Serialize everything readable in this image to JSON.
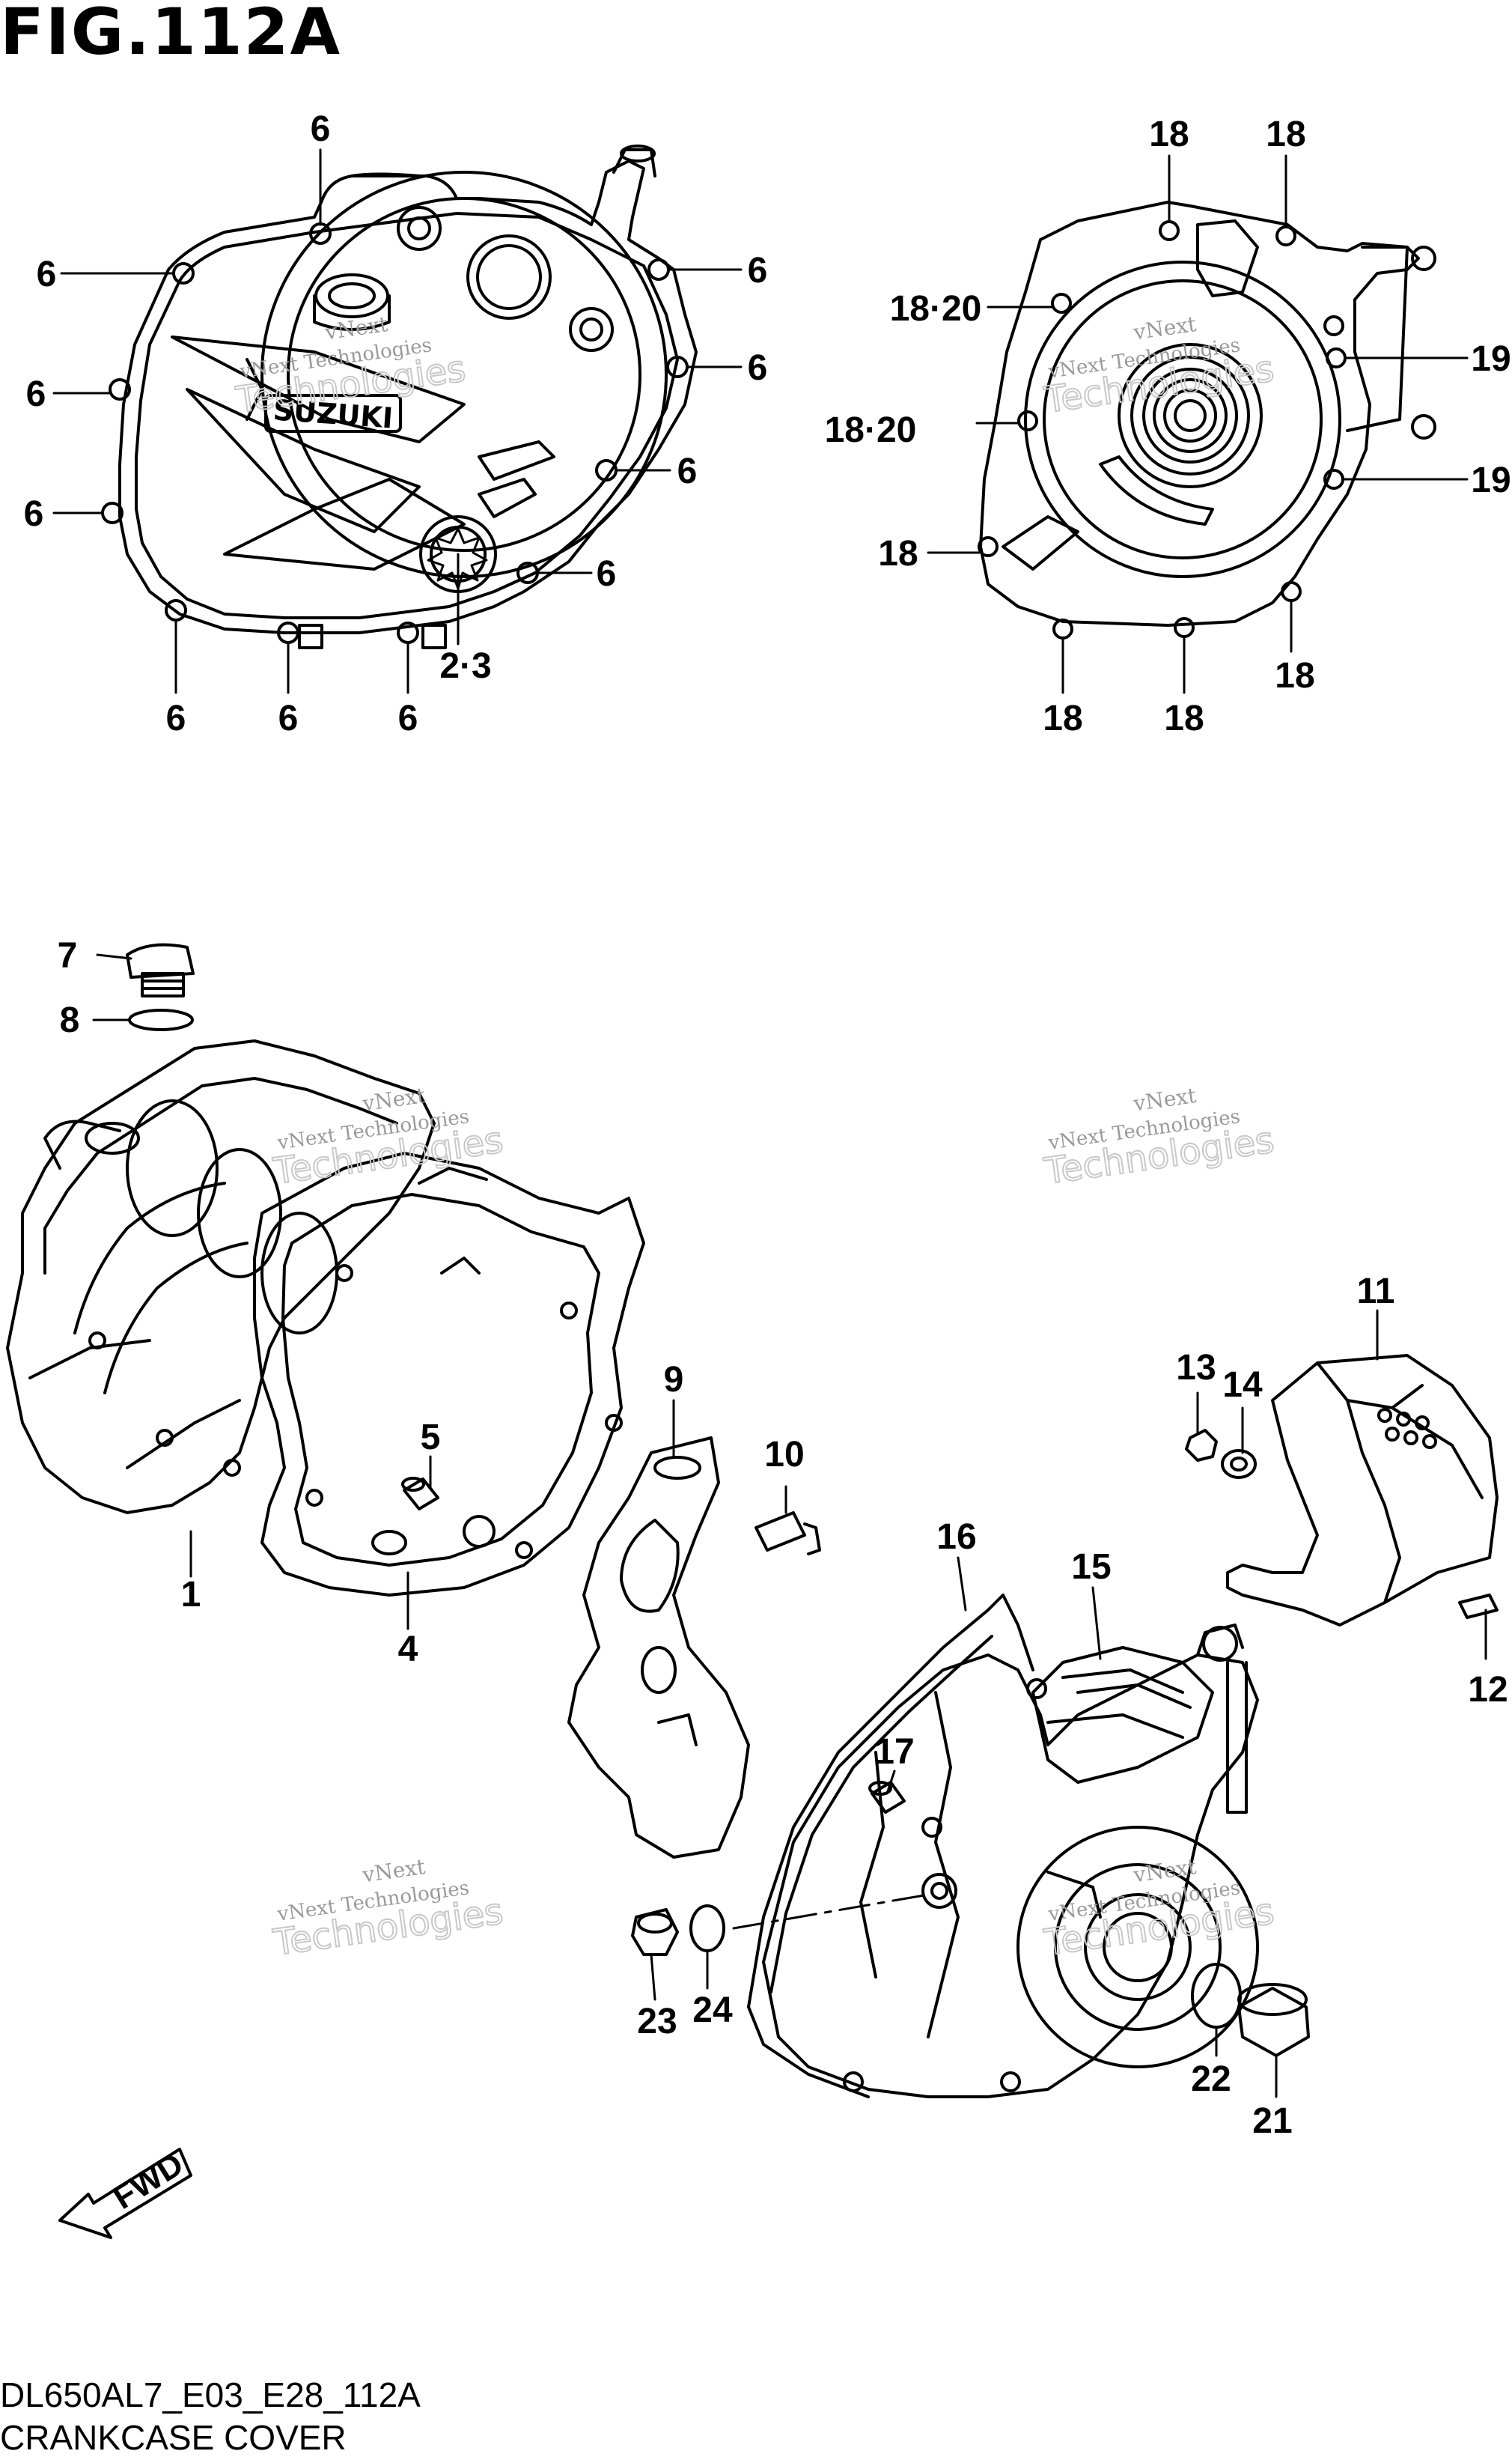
{
  "figure": {
    "title": "FIG.112A",
    "code": "DL650AL7_E03_E28_112A",
    "name": "CRANKCASE COVER"
  },
  "watermark": {
    "line1": "vNext",
    "line2": "vNext Technologies",
    "line3": "Technologies"
  },
  "brand_text": "SUZUKI",
  "fwd_label": "FWD",
  "callouts": {
    "c1": "1",
    "c23": "2·3",
    "c4": "4",
    "c5": "5",
    "c6": "6",
    "c7": "7",
    "c8": "8",
    "c9": "9",
    "c10": "10",
    "c11": "11",
    "c12": "12",
    "c13": "13",
    "c14": "14",
    "c15": "15",
    "c16": "16",
    "c17": "17",
    "c18": "18",
    "c1820": "18·20",
    "c19": "19",
    "c21": "21",
    "c22": "22",
    "c23b": "23",
    "c24": "24"
  },
  "colors": {
    "ink": "#000000",
    "watermark": "#9a9a9a",
    "background": "#ffffff"
  }
}
